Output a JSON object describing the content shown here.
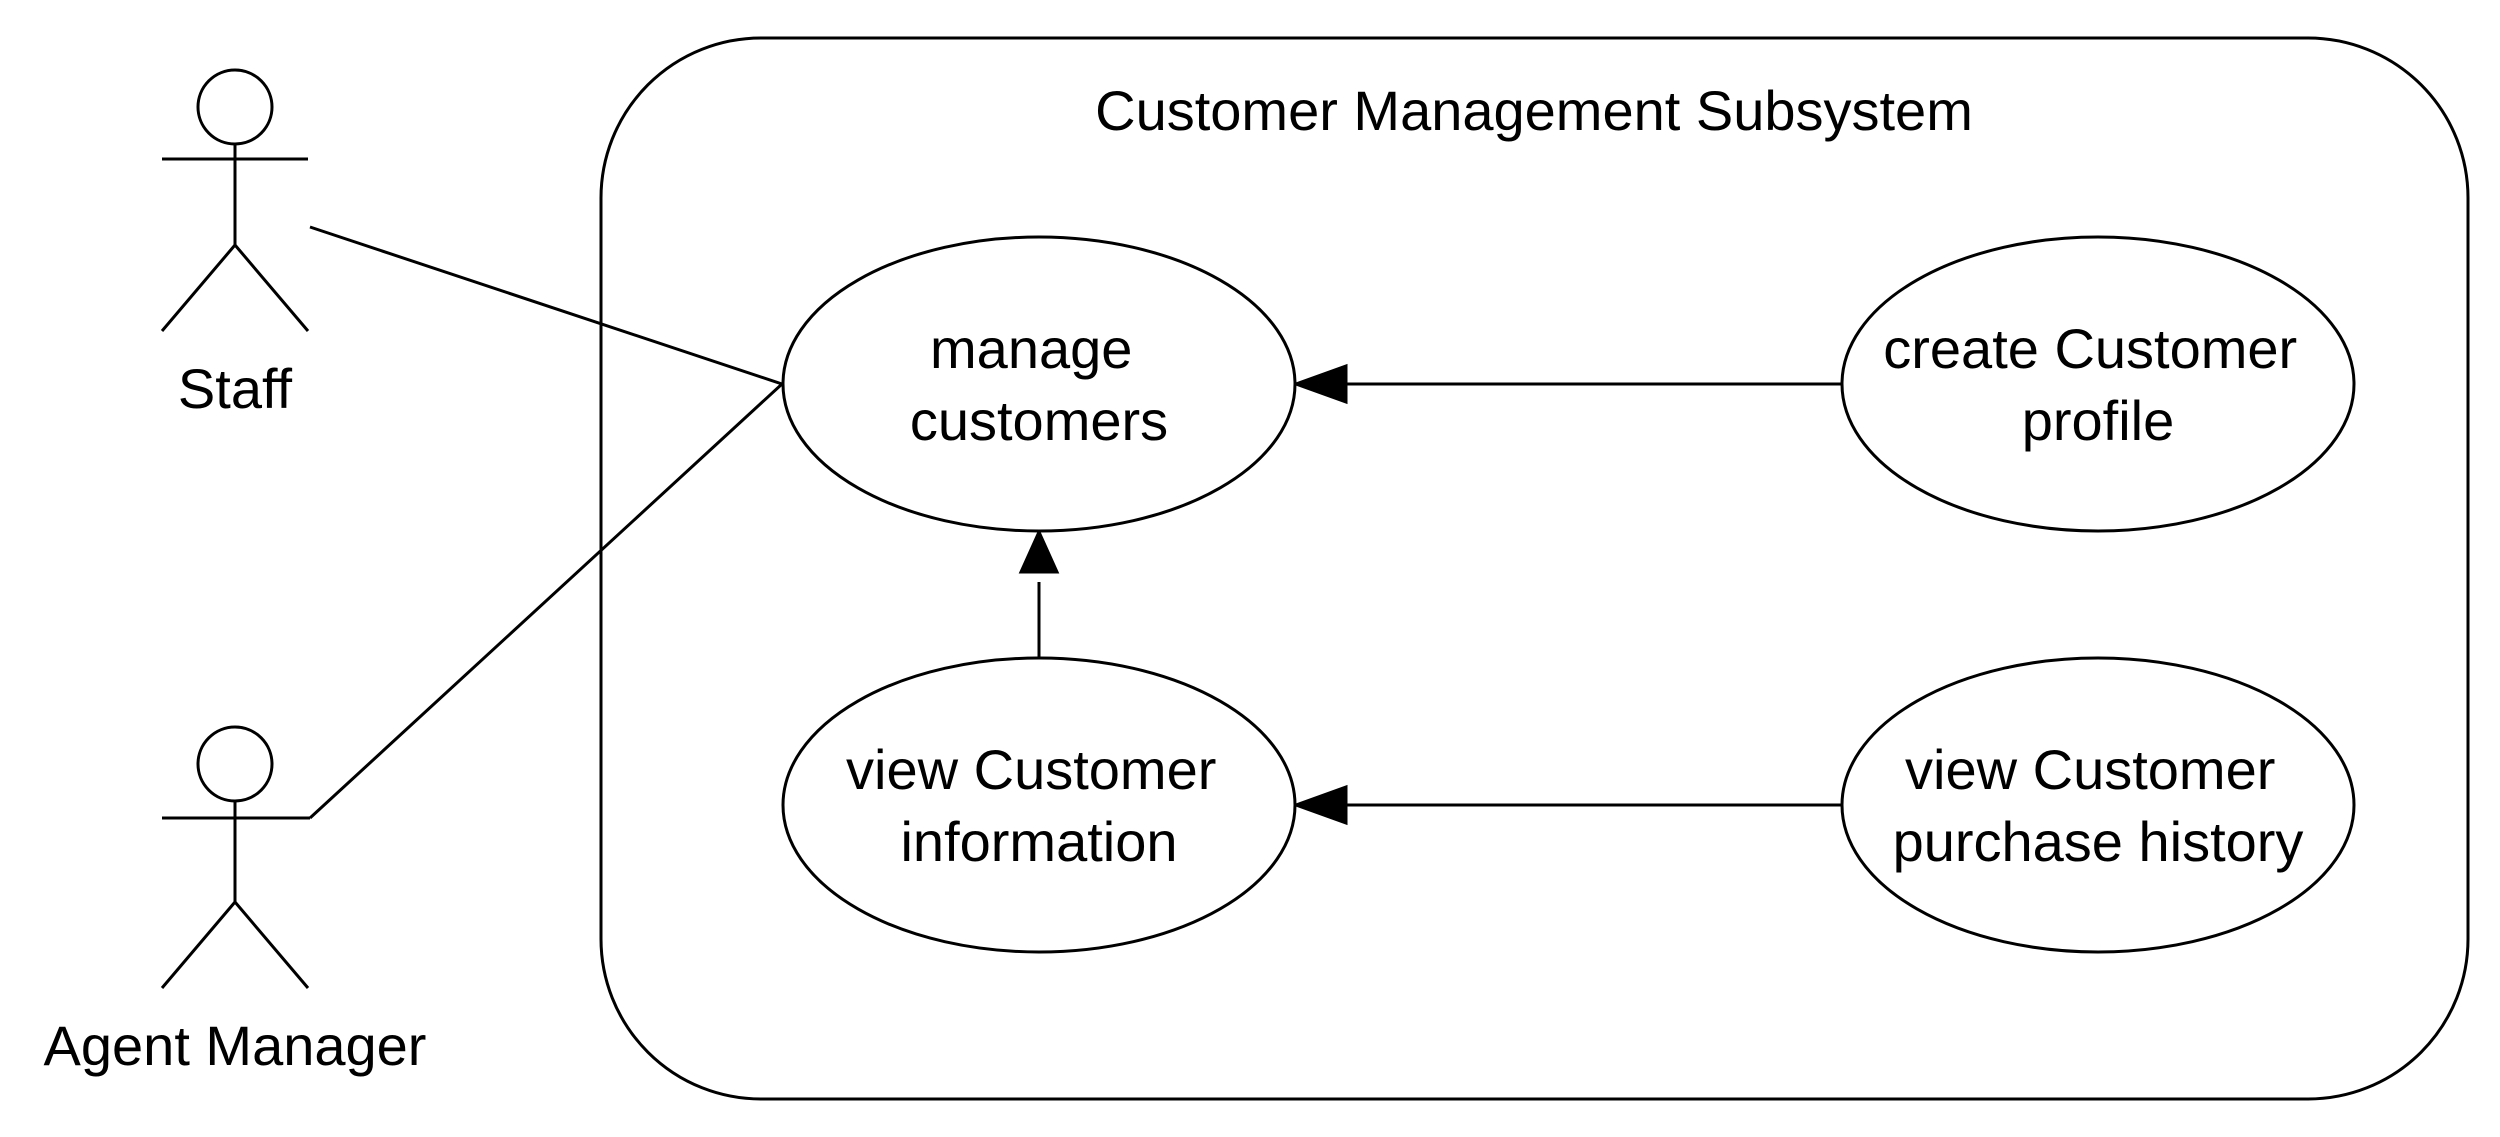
{
  "diagram": {
    "type": "uml-use-case",
    "system": {
      "title": "Customer Management Subsystem"
    },
    "actors": [
      {
        "id": "staff",
        "label": "Staff"
      },
      {
        "id": "agent-manager",
        "label": "Agent Manager"
      }
    ],
    "use_cases": [
      {
        "id": "manage",
        "lines": [
          "manage",
          "customers"
        ]
      },
      {
        "id": "create",
        "lines": [
          "create Customer",
          "profile"
        ]
      },
      {
        "id": "view-info",
        "lines": [
          "view Customer",
          "information"
        ]
      },
      {
        "id": "view-history",
        "lines": [
          "view Customer",
          "purchase history"
        ]
      }
    ],
    "associations": [
      {
        "from": "staff",
        "to": "manage"
      },
      {
        "from": "agent-manager",
        "to": "manage"
      }
    ],
    "generalizations": [
      {
        "from": "create",
        "to": "manage"
      },
      {
        "from": "view-info",
        "to": "manage"
      },
      {
        "from": "view-history",
        "to": "view-info"
      }
    ],
    "colors": {
      "stroke": "#000000",
      "fill": "#ffffff",
      "text": "#000000"
    }
  }
}
